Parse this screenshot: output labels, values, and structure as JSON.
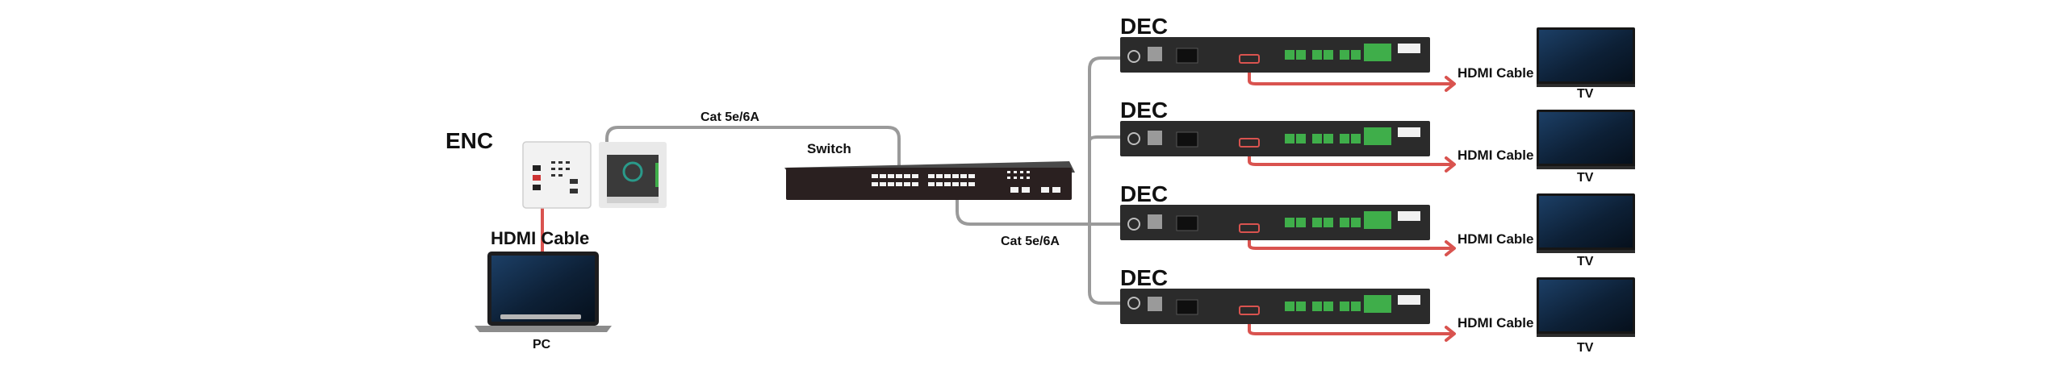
{
  "labels": {
    "enc": "ENC",
    "pc": "PC",
    "switch": "Switch",
    "cat_top": "Cat  5e/6A",
    "cat_bottom": "Cat  5e/6A",
    "hdmi_cable_pc": "HDMI Cable"
  },
  "decoders": [
    {
      "title": "DEC",
      "cable": "HDMI Cable",
      "tv": "TV"
    },
    {
      "title": "DEC",
      "cable": "HDMI Cable",
      "tv": "TV"
    },
    {
      "title": "DEC",
      "cable": "HDMI Cable",
      "tv": "TV"
    },
    {
      "title": "DEC",
      "cable": "HDMI Cable",
      "tv": "TV"
    }
  ],
  "colors": {
    "hdmi_line": "#d9534f",
    "cat_line": "#9a9a9a",
    "device_dark": "#2b2b2b",
    "port_green": "#3fae4a"
  },
  "icons": {
    "pc": "laptop-icon",
    "tv": "tv-icon",
    "switch": "network-switch-icon",
    "enc": "wallplate-encoder-icon",
    "dec": "decoder-box-icon"
  }
}
